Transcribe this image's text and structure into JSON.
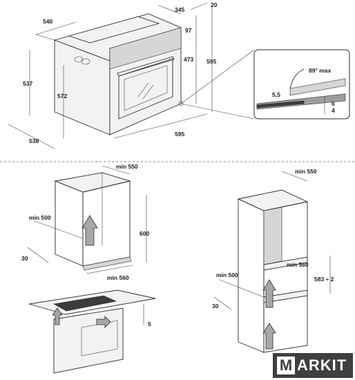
{
  "top_section": {
    "dims": {
      "width_540": "540",
      "depth_345": "345",
      "offset_20": "20",
      "depth_97": "97",
      "height_473": "473",
      "height_595_right": "595",
      "height_537": "537",
      "height_572": "572",
      "width_538": "538",
      "width_595_bottom": "595"
    },
    "detail": {
      "angle": "89° max",
      "gap_5_5": "5,5",
      "gap_6": "6",
      "gap_4": "4"
    }
  },
  "under_counter": {
    "dims": {
      "min_550": "min 550",
      "min_500": "min 500",
      "height_600": "600",
      "offset_30": "30",
      "min_560": "min 560",
      "gap_5": "5"
    }
  },
  "column": {
    "dims": {
      "min_550": "min 550",
      "min_560": "min 560",
      "height_583": "583 ÷ 2",
      "min_500": "min 500",
      "offset_30": "30"
    }
  },
  "logo": {
    "letter": "M",
    "rest": "ARKIT"
  }
}
